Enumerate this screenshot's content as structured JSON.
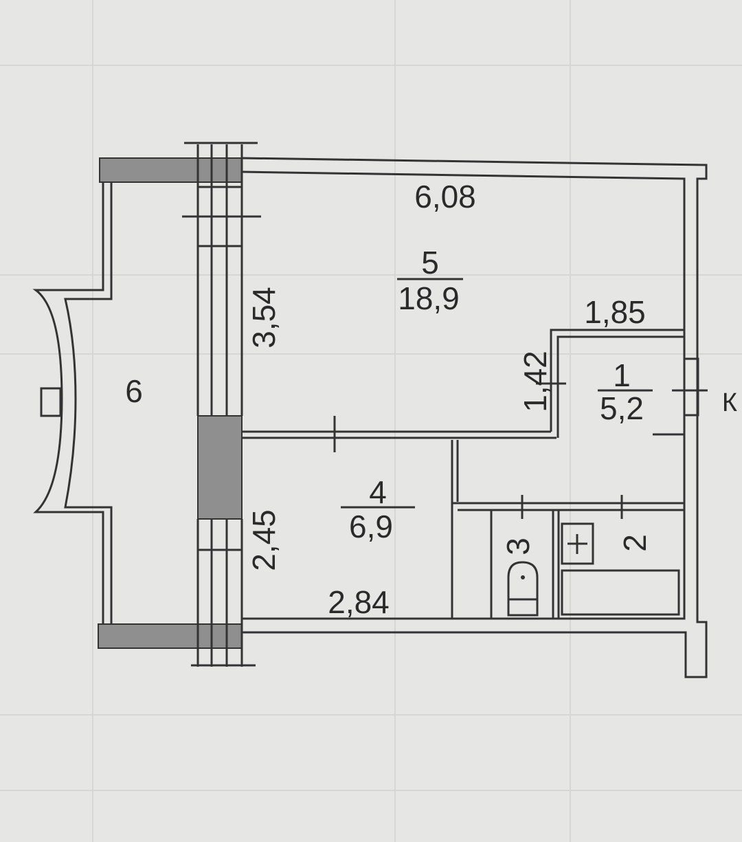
{
  "rooms": {
    "entry": {
      "number": "1",
      "area": "5,2"
    },
    "wc": {
      "number": "2"
    },
    "bath": {
      "number": "3"
    },
    "kitchen": {
      "number": "4",
      "area": "6,9"
    },
    "living": {
      "number": "5",
      "area": "18,9"
    },
    "loggia": {
      "number": "6"
    }
  },
  "dimensions": {
    "living_width": "6,08",
    "living_depth": "3,54",
    "kitchen_depth": "2,45",
    "kitchen_width": "2,84",
    "entry_width": "1,85",
    "entry_depth": "1,42"
  },
  "marks": {
    "entrance": "К"
  },
  "colors": {
    "paper": "#e6e6e4",
    "ink": "#2a2a2a",
    "wall_fill": "#8f8f8f"
  }
}
